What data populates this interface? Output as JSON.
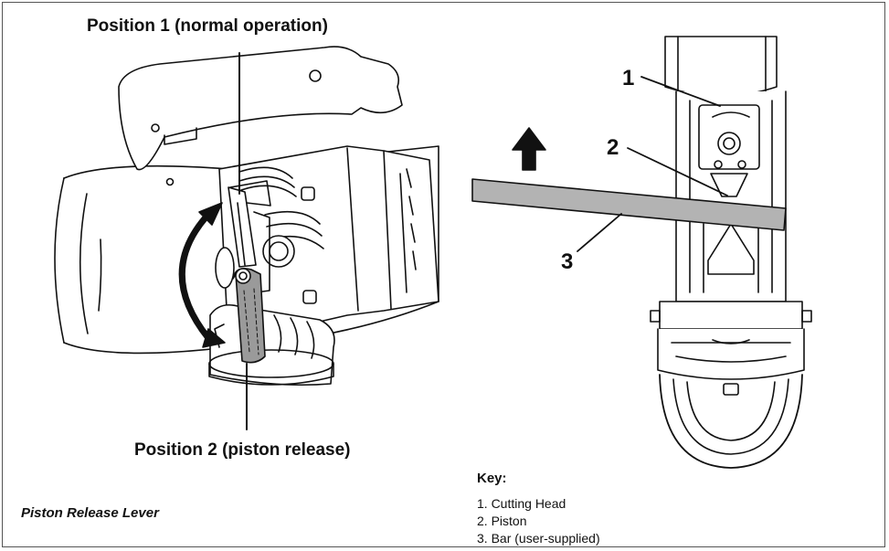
{
  "labels": {
    "position1": "Position 1 (normal operation)",
    "position2": "Position 2 (piston release)",
    "callout1": "1",
    "callout2": "2",
    "callout3": "3"
  },
  "caption": "Piston Release Lever",
  "key": {
    "title": "Key:",
    "items": [
      "1. Cutting Head",
      "2. Piston",
      "3. Bar (user-supplied)"
    ]
  },
  "colors": {
    "outline": "#111111",
    "lever_fill": "#9a9a9a",
    "bar_fill": "#b3b3b3",
    "background": "#ffffff"
  },
  "icons": [
    "curved-double-arrow-icon",
    "up-arrow-icon"
  ]
}
